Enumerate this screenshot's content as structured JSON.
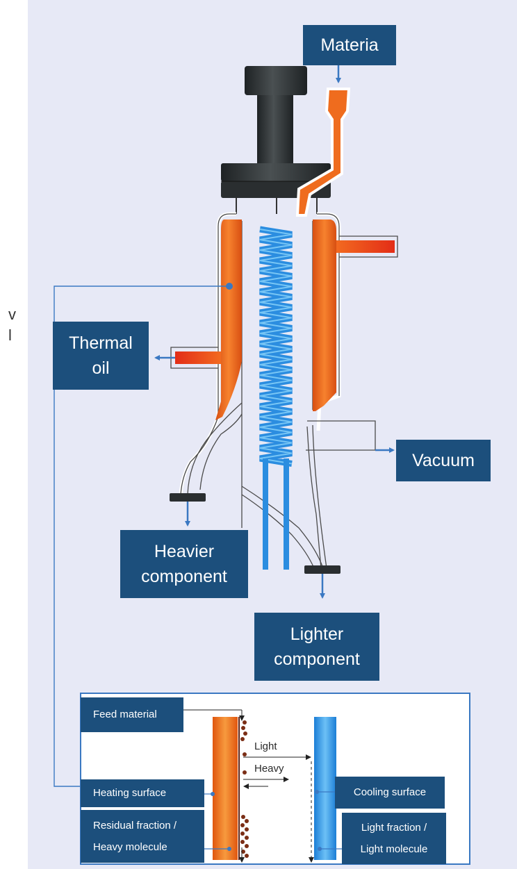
{
  "labels": {
    "materia": "Materia",
    "thermal_oil_line1": "Thermal",
    "thermal_oil_line2": "oil",
    "vacuum": "Vacuum",
    "heavier_line1": "Heavier",
    "heavier_line2": "component",
    "lighter_line1": "Lighter",
    "lighter_line2": "component"
  },
  "detail": {
    "feed_material": "Feed material",
    "heating_surface": "Heating surface",
    "residual_line1": "Residual fraction /",
    "residual_line2": "Heavy molecule",
    "cooling_surface": "Cooling surface",
    "light_fraction_line1": "Light fraction /",
    "light_fraction_line2": "Light molecule",
    "light": "Light",
    "heavy": "Heavy"
  },
  "edge_text": {
    "char1": "v",
    "char2": "l"
  },
  "colors": {
    "background": "#e7e9f6",
    "label_bg": "#1c4f7c",
    "arrow": "#3a78c2",
    "oil": "#ee6a1c",
    "coil": "#2b8de0",
    "dark_part": "#2e3234"
  }
}
